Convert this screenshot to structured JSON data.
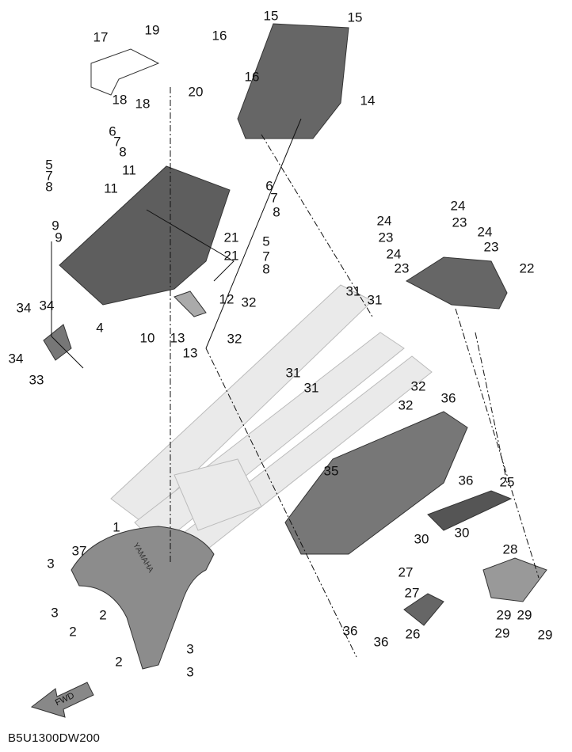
{
  "diagram_code": "B5U1300DW200",
  "fwd_label": "FWD",
  "logo_text": "YAMAHA",
  "colors": {
    "part_dark": "#555555",
    "part_mid": "#8a8a8a",
    "frame": "#e6e6e6",
    "lines": "#111111"
  },
  "callouts": [
    "15",
    "15",
    "16",
    "16",
    "14",
    "17",
    "19",
    "18",
    "18",
    "20",
    "6",
    "7",
    "8",
    "6",
    "7",
    "8",
    "5",
    "7",
    "8",
    "11",
    "11",
    "9",
    "9",
    "21",
    "21",
    "5",
    "7",
    "8",
    "12",
    "4",
    "10",
    "13",
    "13",
    "34",
    "34",
    "34",
    "33",
    "24",
    "24",
    "24",
    "23",
    "23",
    "23",
    "24",
    "23",
    "22",
    "31",
    "31",
    "32",
    "32",
    "31",
    "31",
    "32",
    "32",
    "36",
    "35",
    "36",
    "25",
    "30",
    "30",
    "28",
    "27",
    "27",
    "26",
    "36",
    "36",
    "29",
    "29",
    "29",
    "29",
    "1",
    "37",
    "3",
    "3",
    "2",
    "2",
    "2",
    "3",
    "3"
  ]
}
